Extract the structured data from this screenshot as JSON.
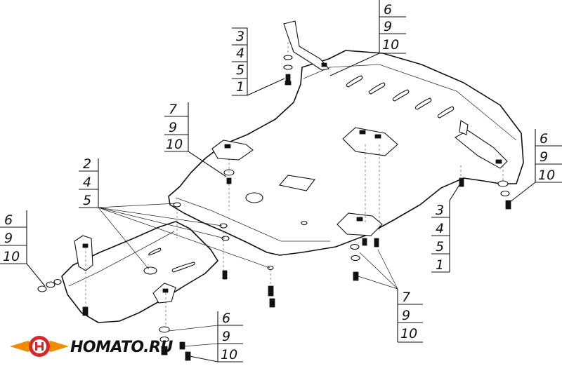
{
  "diagram": {
    "callouts": [
      {
        "id": "top-center",
        "labels": [
          "3",
          "4",
          "5",
          "1"
        ]
      },
      {
        "id": "top-right",
        "labels": [
          "6",
          "9",
          "10"
        ]
      },
      {
        "id": "upper-mid",
        "labels": [
          "7",
          "9",
          "10"
        ]
      },
      {
        "id": "left-mid",
        "labels": [
          "2",
          "4",
          "5"
        ]
      },
      {
        "id": "far-left",
        "labels": [
          "6",
          "9",
          "10"
        ]
      },
      {
        "id": "right-edge",
        "labels": [
          "6",
          "9",
          "10"
        ]
      },
      {
        "id": "right-lower",
        "labels": [
          "3",
          "4",
          "5",
          "1"
        ]
      },
      {
        "id": "bottom-right",
        "labels": [
          "7",
          "9",
          "10"
        ]
      },
      {
        "id": "bottom-center",
        "labels": [
          "6",
          "9",
          "10"
        ]
      }
    ]
  },
  "logo": {
    "text": "HOMATO.RU",
    "colors": {
      "brand_red": "#d62828",
      "brand_orange": "#f08c00"
    }
  }
}
